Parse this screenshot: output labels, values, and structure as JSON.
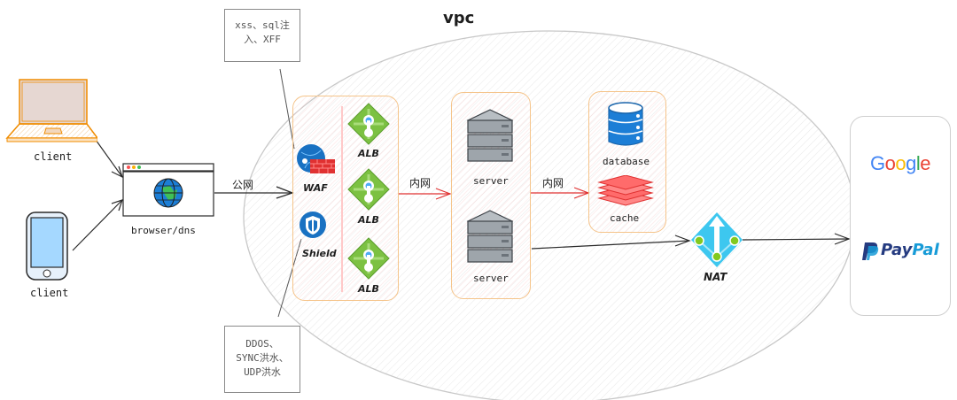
{
  "vpc": {
    "title": "vpc"
  },
  "clients": [
    {
      "label": "client",
      "device": "laptop-icon"
    },
    {
      "label": "client",
      "device": "phone-icon"
    }
  ],
  "browser": {
    "label": "browser/dns"
  },
  "edges": {
    "public": "公网",
    "internal_1": "内网",
    "internal_2": "内网"
  },
  "security": {
    "waf": {
      "label": "WAF"
    },
    "shield": {
      "label": "Shield"
    },
    "note_top": {
      "lines": [
        "xss、sql注",
        "入、XFF"
      ]
    },
    "note_bottom": {
      "lines": [
        "DDOS、",
        "SYNC洪水、",
        "UDP洪水"
      ]
    }
  },
  "load_balancers": [
    {
      "label": "ALB"
    },
    {
      "label": "ALB"
    },
    {
      "label": "ALB"
    }
  ],
  "servers": [
    {
      "label": "server"
    },
    {
      "label": "server"
    }
  ],
  "storage": {
    "database": {
      "label": "database"
    },
    "cache": {
      "label": "cache"
    }
  },
  "nat": {
    "label": "NAT"
  },
  "external": {
    "google": {
      "label": "Google",
      "colors": [
        "#4285F4",
        "#EA4335",
        "#FBBC05",
        "#4285F4",
        "#34A853",
        "#EA4335"
      ]
    },
    "paypal": {
      "label_a": "Pay",
      "label_b": "Pal"
    }
  },
  "colors": {
    "internal_arrow": "#e03131",
    "group_border": "#f5c48a",
    "alb_green": "#7cc142",
    "nat_cyan": "#3dc7ef"
  }
}
